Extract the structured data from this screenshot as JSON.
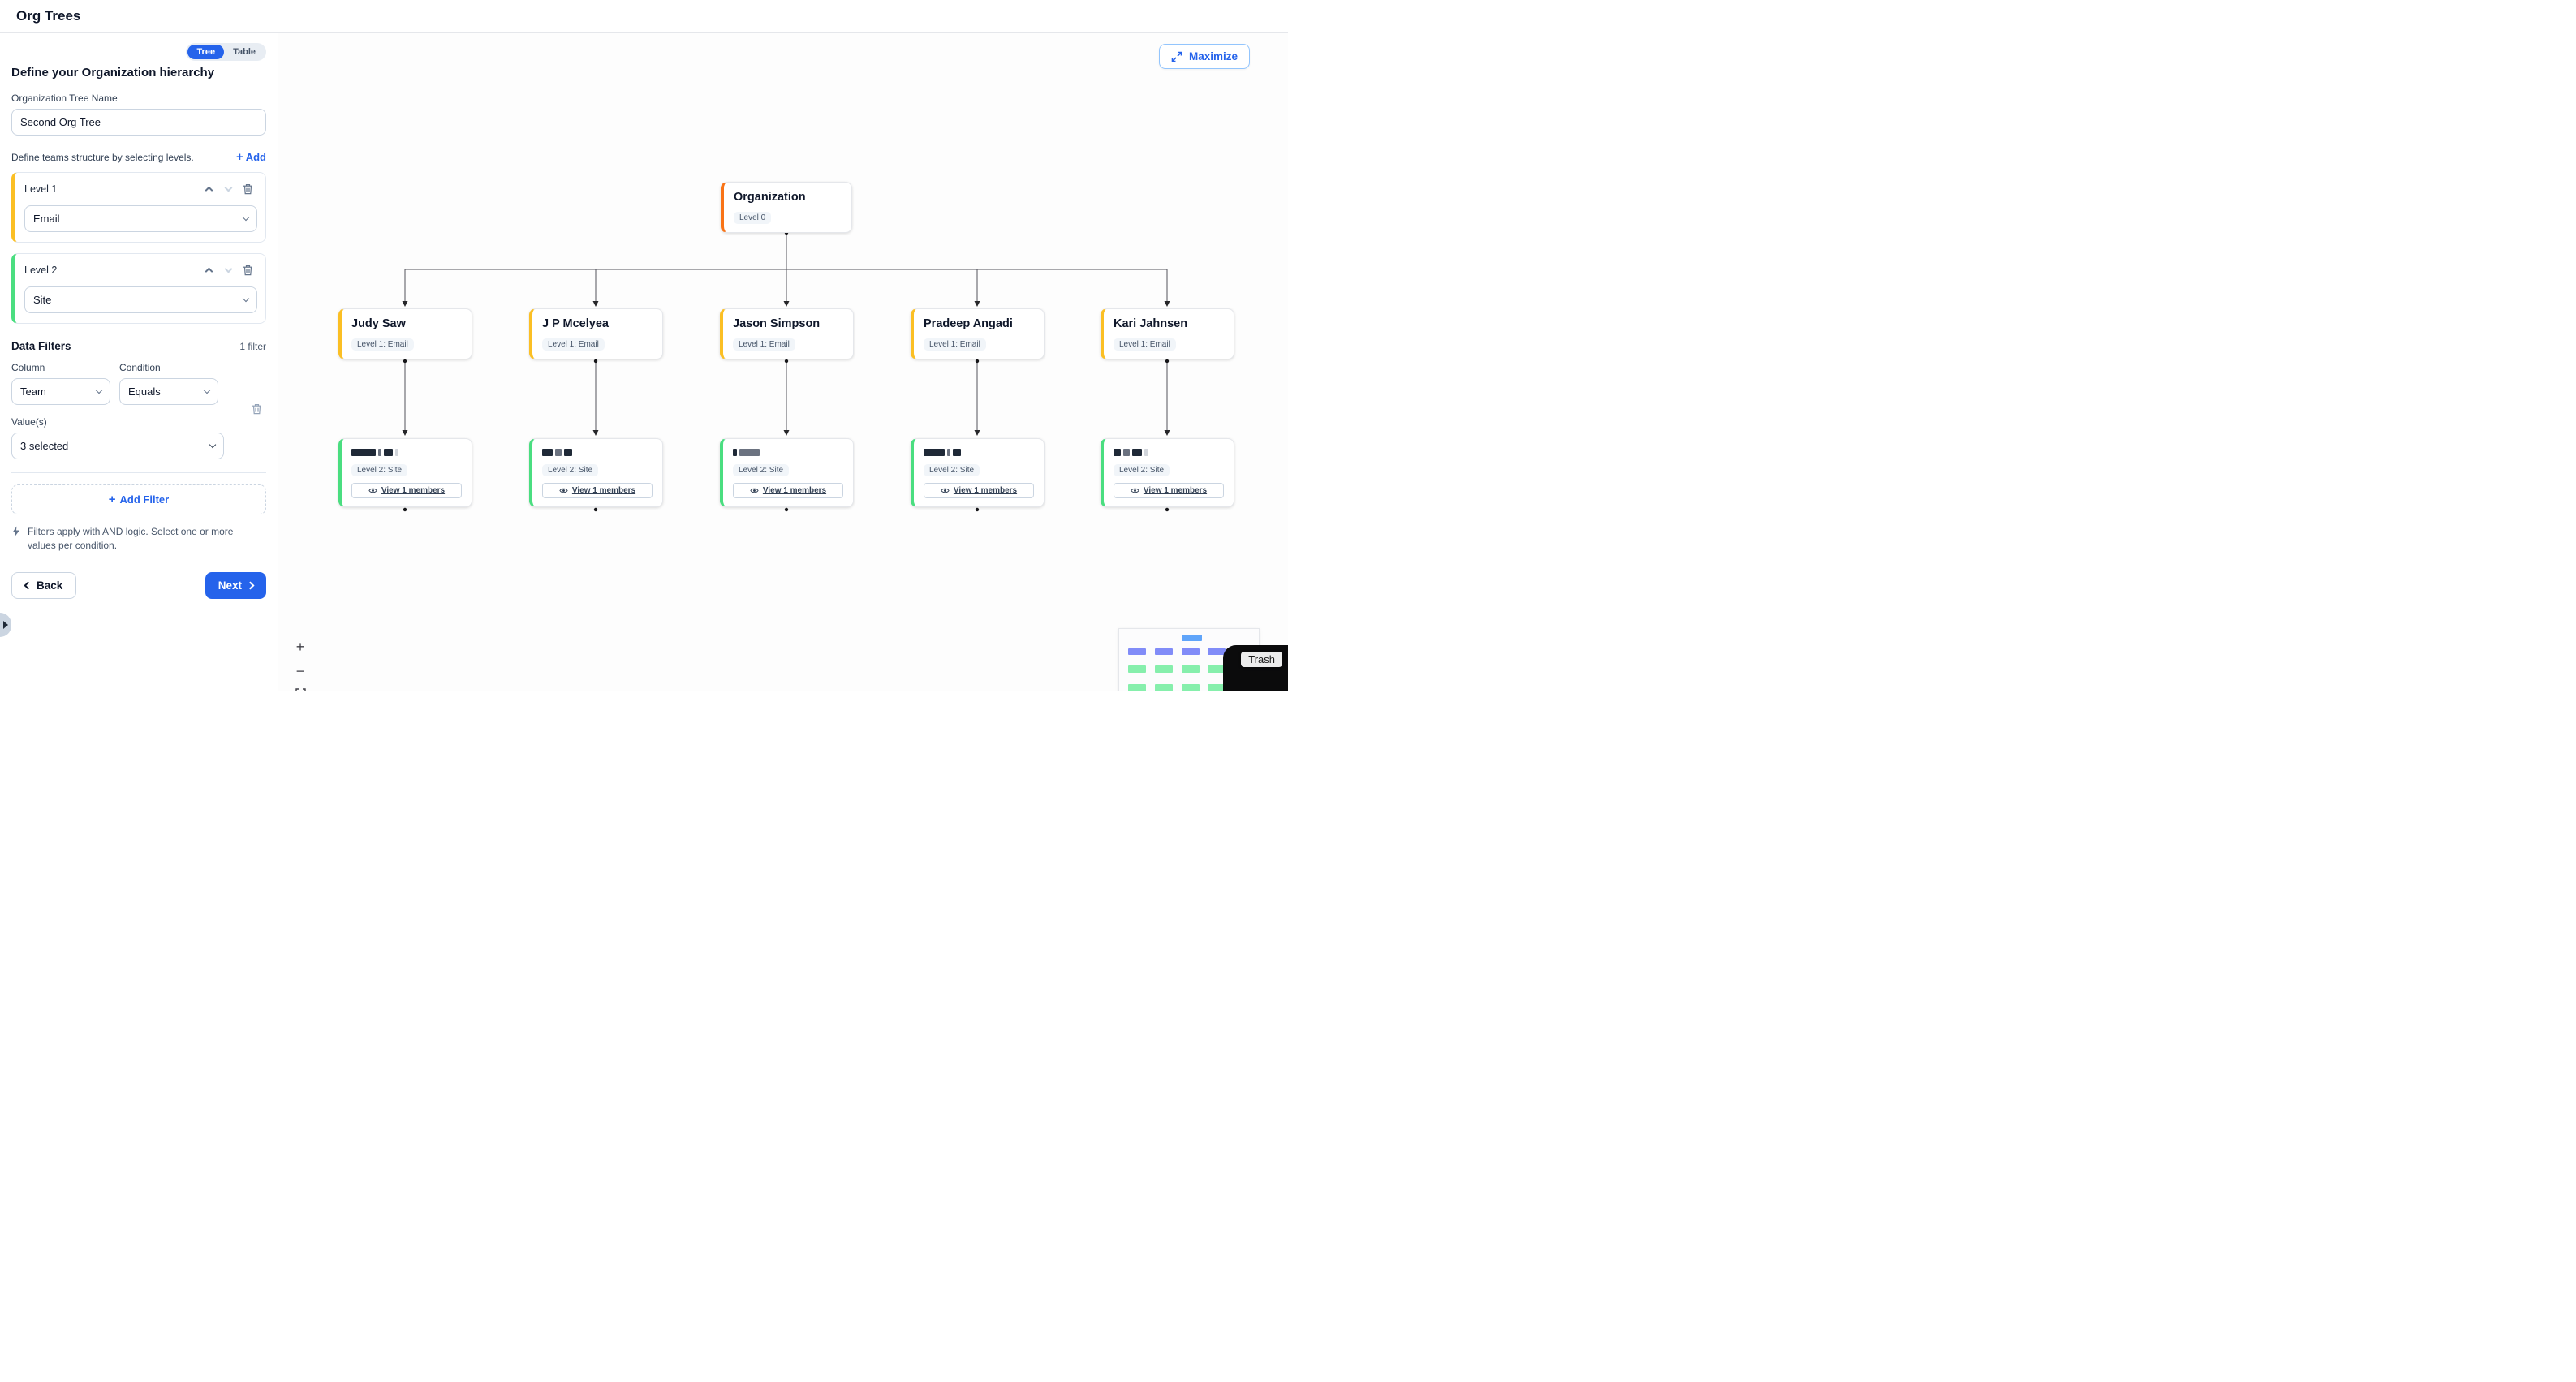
{
  "colors": {
    "accent": "#2563eb",
    "root_border": "#f97316",
    "level1_border": "#fbbf24",
    "level2_border": "#4ade80",
    "minimap_root": "#60a5fa",
    "minimap_level1": "#818cf8",
    "minimap_level2": "#86efac"
  },
  "header": {
    "title": "Org Trees"
  },
  "sidebar": {
    "view_toggle": {
      "options": [
        "Tree",
        "Table"
      ],
      "active": "Tree"
    },
    "heading": "Define your Organization hierarchy",
    "tree_name_label": "Organization Tree Name",
    "tree_name_value": "Second Org Tree",
    "levels_hint": "Define teams structure by selecting levels.",
    "add_level_label": "Add",
    "levels": [
      {
        "label": "Level 1",
        "value": "Email"
      },
      {
        "label": "Level 2",
        "value": "Site"
      }
    ],
    "filters": {
      "heading": "Data Filters",
      "count": "1 filter",
      "column_label": "Column",
      "condition_label": "Condition",
      "column_value": "Team",
      "condition_value": "Equals",
      "values_label": "Value(s)",
      "values_value": "3 selected",
      "add_filter_label": "Add Filter",
      "note": "Filters apply with AND logic. Select one or more values per condition."
    },
    "back_label": "Back",
    "next_label": "Next"
  },
  "canvas": {
    "maximize_label": "Maximize",
    "zoom_in": "+",
    "zoom_out": "−",
    "trash_label": "Trash",
    "tree": {
      "root": {
        "title": "Organization",
        "badge": "Level 0"
      },
      "level1_badge": "Level 1: Email",
      "level2_badge": "Level 2: Site",
      "view_members_label": "View 1 members",
      "children": [
        {
          "title": "Judy Saw",
          "redacted": [
            [
              30,
              "dark"
            ],
            [
              4,
              "mid"
            ],
            [
              11,
              "dark"
            ],
            [
              4,
              "light"
            ]
          ]
        },
        {
          "title": "J P Mcelyea",
          "redacted": [
            [
              13,
              "dark"
            ],
            [
              8,
              "mid"
            ],
            [
              10,
              "dark"
            ]
          ]
        },
        {
          "title": "Jason Simpson",
          "redacted": [
            [
              5,
              "dark"
            ],
            [
              25,
              "mid"
            ]
          ]
        },
        {
          "title": "Pradeep Angadi",
          "redacted": [
            [
              26,
              "dark"
            ],
            [
              4,
              "mid"
            ],
            [
              10,
              "dark"
            ]
          ]
        },
        {
          "title": "Kari Jahnsen",
          "redacted": [
            [
              9,
              "dark"
            ],
            [
              8,
              "mid"
            ],
            [
              12,
              "dark"
            ],
            [
              5,
              "light"
            ]
          ]
        }
      ]
    }
  }
}
